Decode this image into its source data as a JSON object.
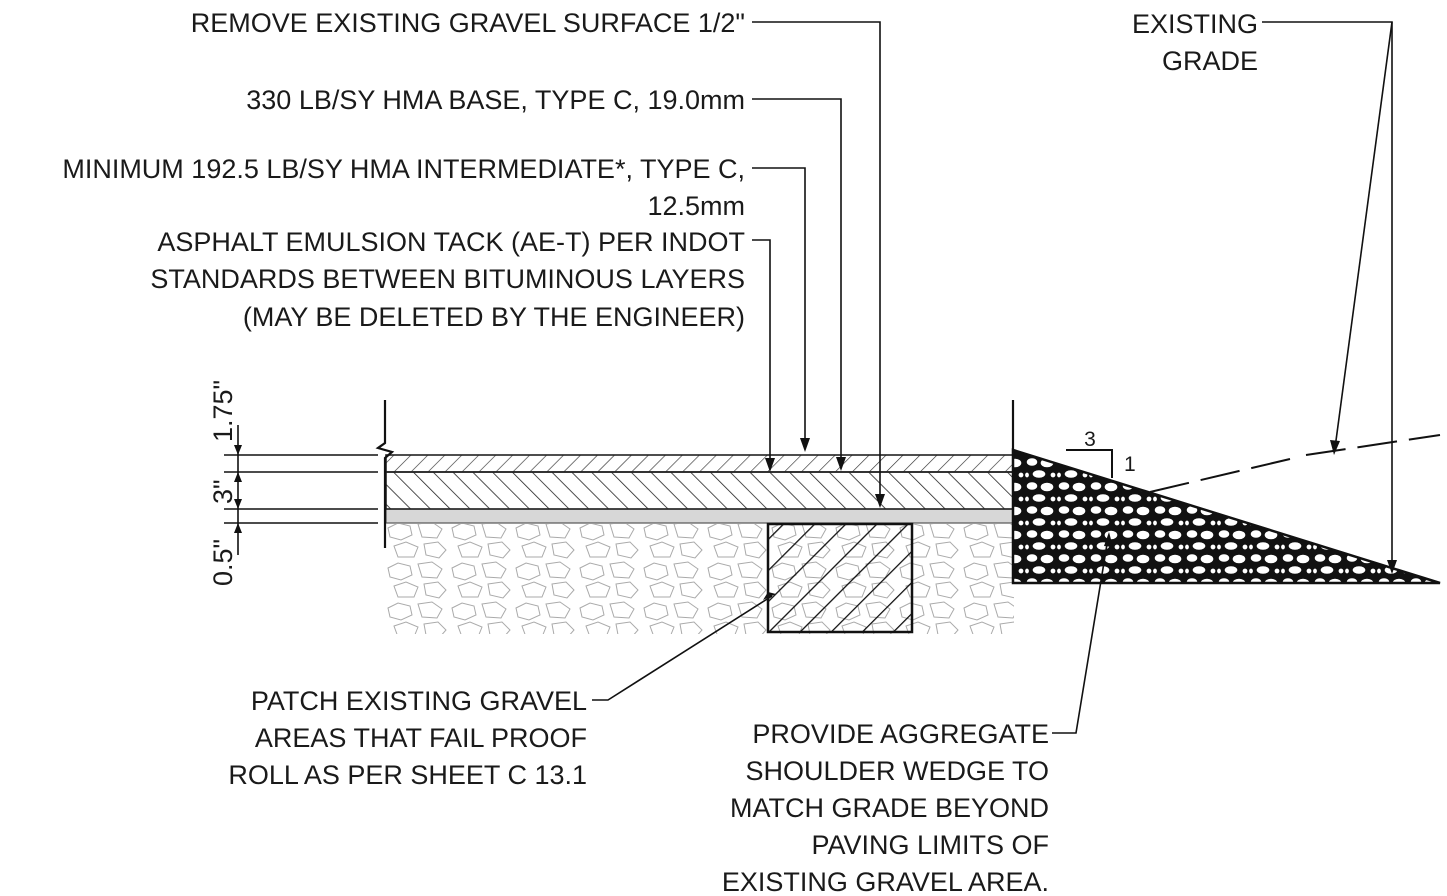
{
  "callouts": {
    "remove_gravel": "REMOVE EXISTING GRAVEL SURFACE 1/2\"",
    "hma_base": "330 LB/SY HMA BASE, TYPE C, 19.0mm",
    "hma_intermediate_line1": "MINIMUM 192.5 LB/SY HMA INTERMEDIATE*, TYPE C,",
    "hma_intermediate_line2": "12.5mm",
    "tack_line1": "ASPHALT EMULSION TACK (AE-T) PER INDOT",
    "tack_line2": "STANDARDS BETWEEN BITUMINOUS LAYERS",
    "tack_line3": "(MAY BE DELETED BY THE ENGINEER)",
    "existing_grade_line1": "EXISTING",
    "existing_grade_line2": "GRADE",
    "patch_line1": "PATCH EXISTING GRAVEL",
    "patch_line2": "AREAS THAT FAIL PROOF",
    "patch_line3": "ROLL AS PER SHEET C 13.1",
    "shoulder_line1": "PROVIDE AGGREGATE",
    "shoulder_line2": "SHOULDER WEDGE TO",
    "shoulder_line3": "MATCH GRADE BEYOND",
    "shoulder_line4": "PAVING LIMITS OF",
    "shoulder_line5": "EXISTING GRAVEL AREA."
  },
  "dimensions": {
    "top": "1.75\"",
    "middle": "3\"",
    "bottom": "0.5\""
  },
  "slope": {
    "run": "3",
    "rise": "1"
  }
}
